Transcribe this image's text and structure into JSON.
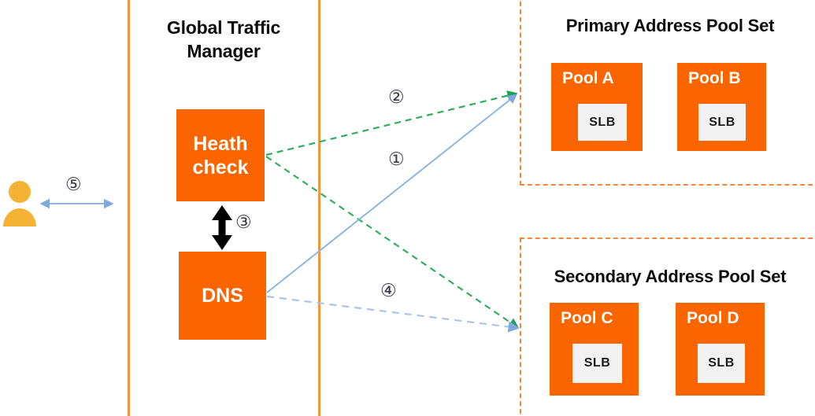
{
  "diagram": {
    "title": "Global Traffic Manager DNS failover diagram",
    "colors": {
      "orange_fill": "#FB6500",
      "orange_rule": "#F7943E",
      "dashed_border": "#F4873C",
      "slb_fill": "#F2F2F2",
      "green_arrow": "#2EAD5C",
      "blue_arrow": "#8AB4E0",
      "black_arrow": "#000000",
      "user_icon": "#F5B335"
    }
  },
  "gtm": {
    "title": "Global Traffic\nManager",
    "title_line1": "Global Traffic",
    "title_line2": "Manager",
    "heath_check_label": "Heath\ncheck",
    "heath_check_line1": "Heath",
    "heath_check_line2": "check",
    "dns_label": "DNS"
  },
  "primary_pool_set": {
    "title": "Primary Address Pool Set",
    "pools": [
      {
        "name": "Pool A",
        "inner_label": "SLB"
      },
      {
        "name": "Pool B",
        "inner_label": "SLB"
      }
    ]
  },
  "secondary_pool_set": {
    "title": "Secondary Address Pool Set",
    "pools": [
      {
        "name": "Pool C",
        "inner_label": "SLB"
      },
      {
        "name": "Pool D",
        "inner_label": "SLB"
      }
    ]
  },
  "steps": [
    {
      "id": "1",
      "marker": "①",
      "style": "solid blue",
      "from": "DNS",
      "to": "Primary Address Pool Set"
    },
    {
      "id": "2",
      "marker": "②",
      "style": "dashed green",
      "from": "Heath check",
      "to": "Primary Address Pool Set"
    },
    {
      "id": "3",
      "marker": "③",
      "style": "solid black bidirectional",
      "from": "Heath check",
      "to": "DNS"
    },
    {
      "id": "4",
      "marker": "④",
      "style": "dashed blue",
      "from": "DNS",
      "to": "Secondary Address Pool Set"
    },
    {
      "id": "5",
      "marker": "⑤",
      "style": "solid blue bidirectional",
      "from": "User",
      "to": "Global Traffic Manager"
    }
  ],
  "user": {
    "icon_name": "user-person-icon",
    "label": ""
  }
}
